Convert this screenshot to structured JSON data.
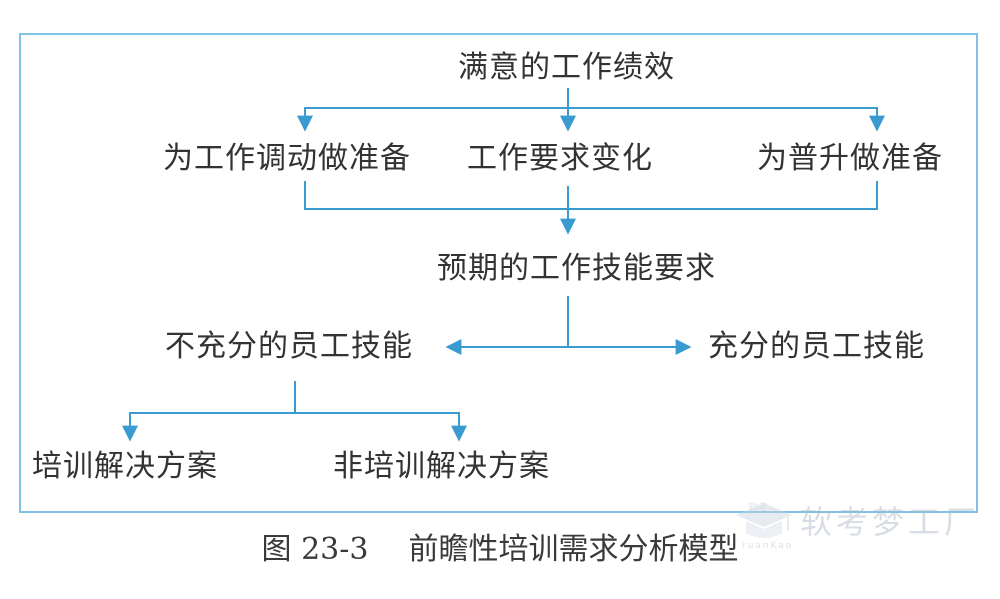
{
  "diagram": {
    "nodes": {
      "satisfactory_performance": "满意的工作绩效",
      "prep_transfer": "为工作调动做准备",
      "job_req_change": "工作要求变化",
      "prep_promotion": "为普升做准备",
      "expected_skills": "预期的工作技能要求",
      "insufficient_skills": "不充分的员工技能",
      "sufficient_skills": "充分的员工技能",
      "training_solution": "培训解决方案",
      "non_training_solution": "非培训解决方案"
    },
    "caption_number": "图 23-3",
    "caption_title": "前瞻性培训需求分析模型"
  },
  "watermark": {
    "text": "软考梦工厂",
    "small_top": "软考",
    "small_bottom": "ruanKao"
  },
  "colors": {
    "frame": "#7ec3e6",
    "connector": "#3a9bd0",
    "text": "#333333"
  }
}
